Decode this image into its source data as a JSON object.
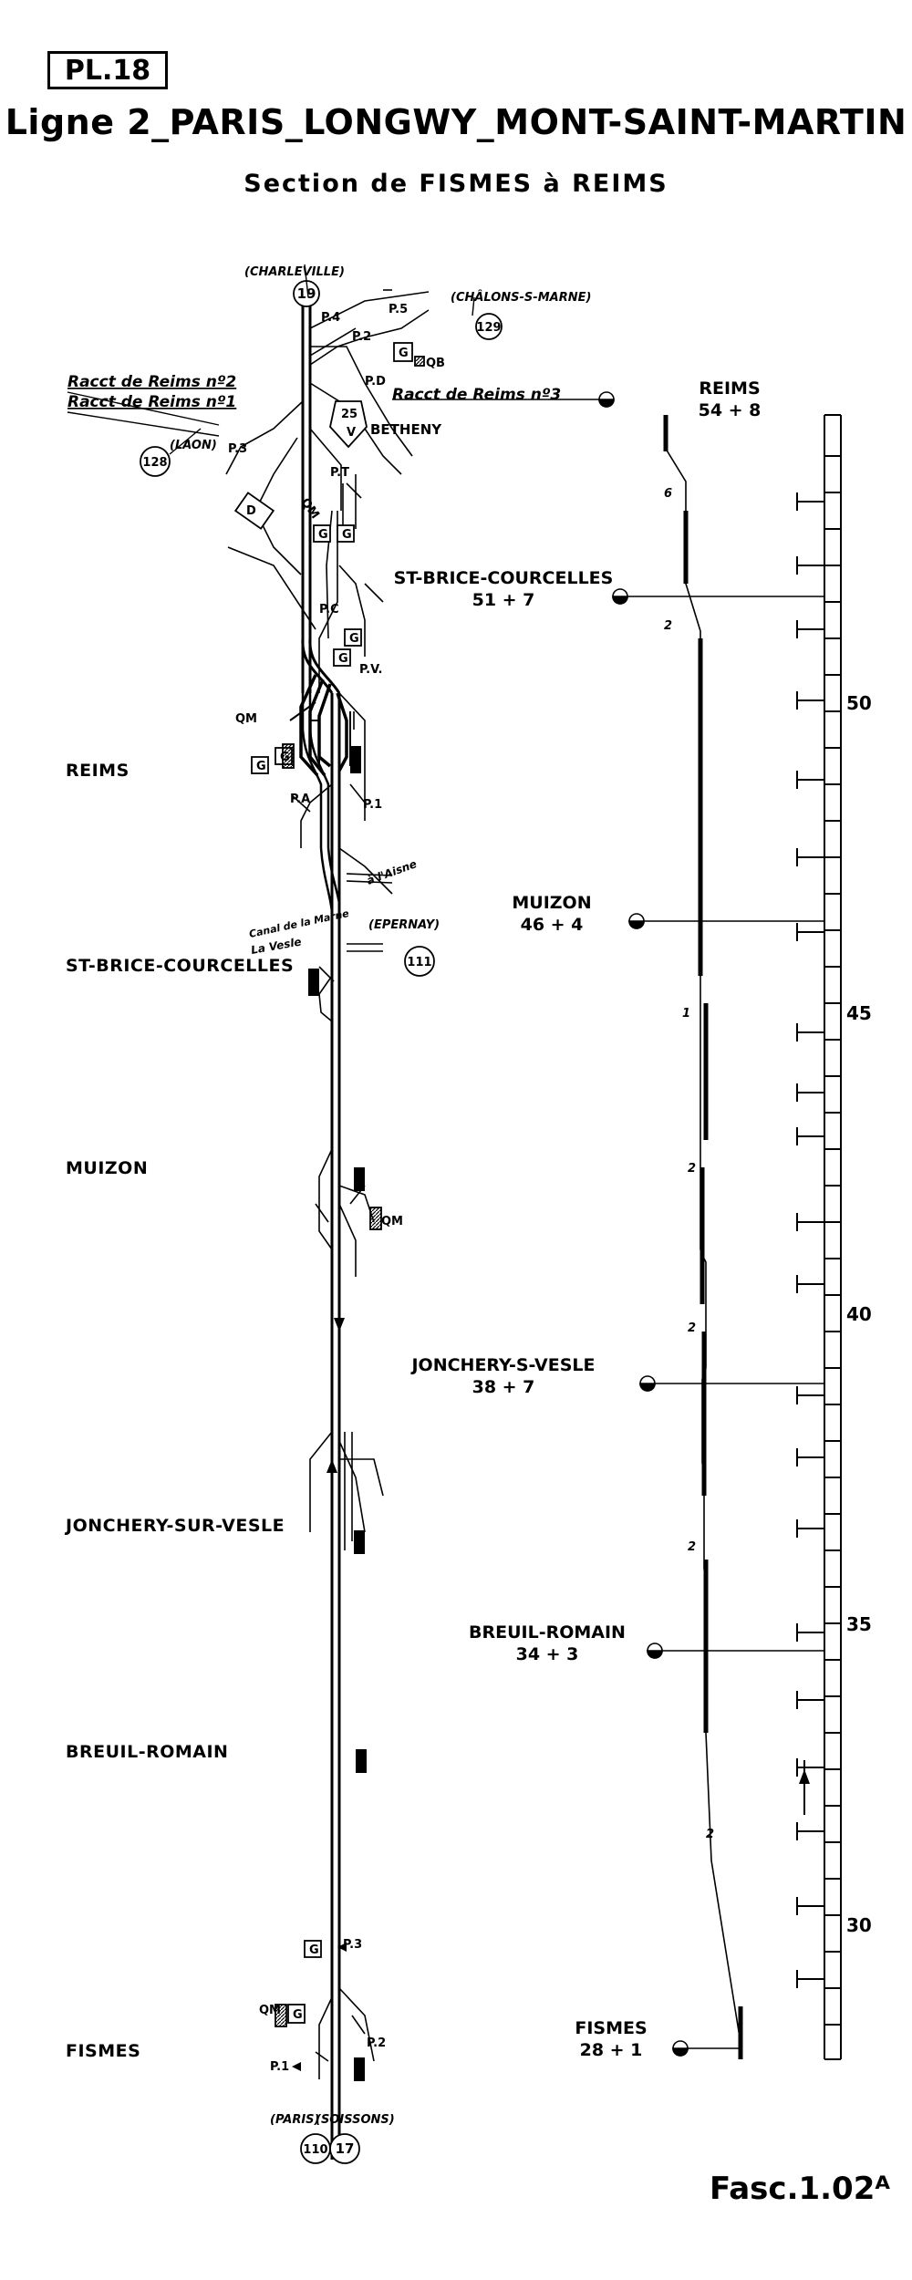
{
  "plate": "PL.18",
  "title": "Ligne 2_PARIS_LONGWY_MONT-SAINT-MARTIN",
  "subtitle": "Section de FISMES à REIMS",
  "stations_left": [
    {
      "name": "REIMS"
    },
    {
      "name": "ST-BRICE-COURCELLES"
    },
    {
      "name": "MUIZON"
    },
    {
      "name": "JONCHERY-SUR-VESLE"
    },
    {
      "name": "BREUIL-ROMAIN"
    },
    {
      "name": "FISMES"
    }
  ],
  "connections": {
    "charleville": "(CHARLEVILLE)",
    "chalons": "(CHÂLONS-S-MARNE)",
    "laon": "(LAON)",
    "epernay": "(EPERNAY)",
    "paris": "(PARIS)",
    "soissons": "(SOISSONS)",
    "racc_reims_2": "Racct de Reims nº2",
    "racc_reims_1": "Racct de Reims nº1",
    "racc_reims_3": "Racct de Reims nº3",
    "canal": "Canal de la Marne",
    "aisne": "à l'Aisne",
    "vesle": "La Vesle",
    "betheny": "BETHENY"
  },
  "line_numbers": {
    "top": "19",
    "chalons": "129",
    "laon": "128",
    "epernay": "111",
    "bottom_left": "110",
    "bottom_right": "17"
  },
  "posts": {
    "p1_reims": "P.1",
    "p4": "P.4",
    "p2_reims": "P.2",
    "p5": "P.5",
    "pd": "P.D",
    "p3_laon": "P.3",
    "pt": "P.T",
    "pc": "P.C",
    "pv": "P.V.",
    "pa": "P.A",
    "p3": "P.3",
    "p2": "P.2",
    "p1": "P.1"
  },
  "facility_labels": {
    "qm": "QM",
    "qb": "QB",
    "g": "G",
    "d": "D",
    "v25": "25",
    "v": "V"
  },
  "profile": {
    "stations": [
      {
        "name": "REIMS",
        "km": "54 + 8"
      },
      {
        "name": "ST-BRICE-COURCELLES",
        "km": "51 + 7"
      },
      {
        "name": "MUIZON",
        "km": "46 + 4"
      },
      {
        "name": "JONCHERY-S-VESLE",
        "km": "38 + 7"
      },
      {
        "name": "BREUIL-ROMAIN",
        "km": "34 + 3"
      },
      {
        "name": "FISMES",
        "km": "28 + 1"
      }
    ],
    "scale_labels": [
      "50",
      "45",
      "40",
      "35",
      "30"
    ],
    "gradients": [
      "6",
      "2",
      "1",
      "2",
      "2",
      "2",
      "2"
    ]
  },
  "fascicule": "Fasc.1.02ᴬ"
}
